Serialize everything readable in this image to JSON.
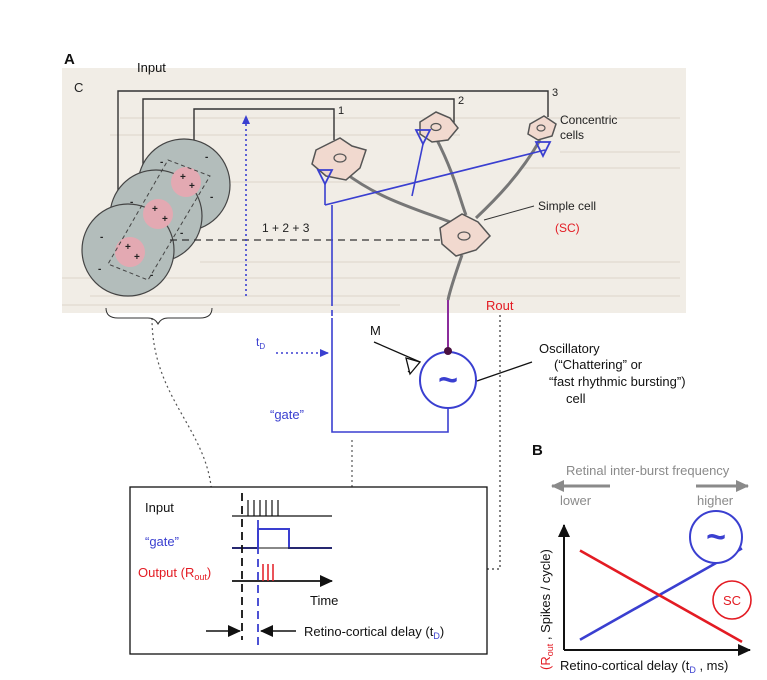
{
  "panel_a": {
    "label": "A",
    "corner_label": "C",
    "input_label": "Input",
    "cell_numbers": [
      "1",
      "2",
      "3"
    ],
    "concentric_cells_line1": "Concentric",
    "concentric_cells_line2": "cells",
    "sum_label": "1 + 2 + 3",
    "simple_cell_label": "Simple cell",
    "sc_label": "(SC)",
    "rout_label": "Rout",
    "m_label": "M",
    "td_label": "t",
    "td_subscript": "D",
    "gate_label": "“gate”",
    "oscillatory_line1": "Oscillatory",
    "oscillatory_line2": "(“Chattering” or",
    "oscillatory_line3": "“fast rhythmic bursting”)",
    "oscillatory_line4": "cell",
    "tilde": "~",
    "receptive_field_signs": [
      "+",
      "-"
    ]
  },
  "timing_box": {
    "input_label": "Input",
    "gate_label": "“gate”",
    "output_label": "Output (R",
    "output_subscript": "out",
    "output_close": ")",
    "time_label": "Time",
    "delay_label": "Retino-cortical delay (t",
    "delay_subscript": "D",
    "delay_close": ")"
  },
  "panel_b": {
    "label": "B",
    "frequency_title": "Retinal inter-burst frequency",
    "lower_label": "lower",
    "higher_label": "higher",
    "ylabel_open": "(R",
    "ylabel_subscript": "out",
    "ylabel_rest": " , Spikes / cycle)",
    "xlabel_open": "Retino-cortical delay (t",
    "xlabel_subscript": "D",
    "xlabel_rest": " , ms)",
    "tilde": "~",
    "sc_label": "SC"
  },
  "chart_data": {
    "type": "line",
    "title": "",
    "xlabel": "Retino-cortical delay (tD , ms)",
    "ylabel": "(Rout , Spikes / cycle)",
    "x": [
      0,
      1
    ],
    "series": [
      {
        "name": "~",
        "values": [
          0.05,
          0.92
        ]
      },
      {
        "name": "SC",
        "values": [
          0.9,
          0.03
        ]
      }
    ],
    "colors": {
      "oscillatory": "#3a3fd0",
      "simple_cell": "#e31b23"
    }
  },
  "colors": {
    "blue": "#3a3fd0",
    "red": "#e31b23",
    "gray": "#8a8a8a",
    "photo_bg": "#f1ede6",
    "rf_fill": "#b3bdbb",
    "rf_center": "#e3a9b2",
    "neuron_fill": "#f1d9cf"
  }
}
